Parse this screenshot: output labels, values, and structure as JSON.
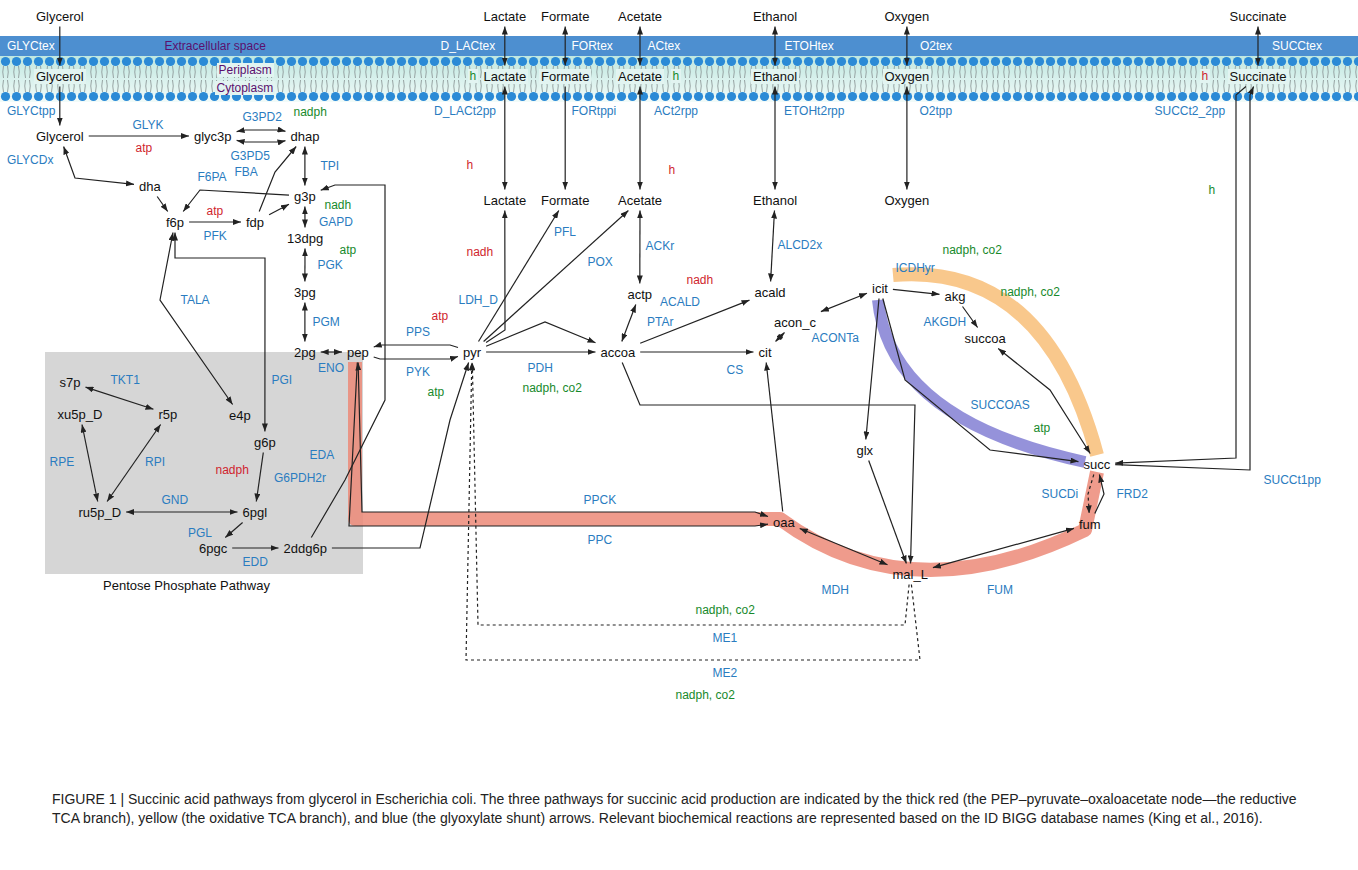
{
  "diagram": {
    "caption": "FIGURE 1 | Succinic acid pathways from glycerol in Escherichia coli. The three pathways for succinic acid production are indicated by the thick red (the PEP–pyruvate–oxaloacetate node—the reductive TCA branch), yellow (the oxidative TCA branch), and blue (the glyoxylate shunt) arrows. Relevant biochemical reactions are represented based on the ID BIGG database names (King et al., 2016).",
    "nodes": [
      {
        "text": [
          "Glycerol"
        ]
      },
      {
        "text": [
          "Lactate"
        ]
      },
      {
        "text": [
          "Formate"
        ]
      },
      {
        "text": [
          "Acetate"
        ]
      },
      {
        "text": [
          "Ethanol"
        ]
      },
      {
        "text": [
          "Oxygen"
        ]
      },
      {
        "text": [
          "Succinate"
        ]
      },
      {
        "text": [
          "Glycerol"
        ]
      },
      {
        "text": [
          "Lactate"
        ]
      },
      {
        "text": [
          "Formate"
        ]
      },
      {
        "text": [
          "Acetate"
        ]
      },
      {
        "text": [
          "Ethanol"
        ]
      },
      {
        "text": [
          "Oxygen"
        ]
      },
      {
        "text": [
          "Succinate"
        ]
      },
      {
        "text": [
          "Glycerol"
        ]
      },
      {
        "text": [
          "glyc3p"
        ]
      },
      {
        "text": [
          "dhap"
        ]
      },
      {
        "text": [
          "Lactate"
        ]
      },
      {
        "text": [
          "Formate"
        ]
      },
      {
        "text": [
          "Acetate"
        ]
      },
      {
        "text": [
          "Ethanol"
        ]
      },
      {
        "text": [
          "Oxygen"
        ]
      },
      {
        "text": [
          "dha"
        ]
      },
      {
        "text": [
          "g3p"
        ]
      },
      {
        "text": [
          "f6p"
        ]
      },
      {
        "text": [
          "fdp"
        ]
      },
      {
        "text": [
          "13dpg"
        ]
      },
      {
        "text": [
          "3pg"
        ]
      },
      {
        "text": [
          "actp"
        ]
      },
      {
        "text": [
          "acald"
        ]
      },
      {
        "text": [
          "icit"
        ]
      },
      {
        "text": [
          "akg"
        ]
      },
      {
        "text": [
          "acon_c"
        ]
      },
      {
        "text": [
          "succoa"
        ]
      },
      {
        "text": [
          "2pg"
        ]
      },
      {
        "text": [
          "pep"
        ]
      },
      {
        "text": [
          "pyr"
        ]
      },
      {
        "text": [
          "accoa"
        ]
      },
      {
        "text": [
          "cit"
        ]
      },
      {
        "text": [
          "glx"
        ]
      },
      {
        "text": [
          "succ"
        ]
      },
      {
        "text": [
          "oaa"
        ]
      },
      {
        "text": [
          "fum"
        ]
      },
      {
        "text": [
          "mal_L"
        ]
      },
      {
        "text": [
          "Pentose Phosphate Pathway"
        ]
      },
      {
        "text": [
          "s7p"
        ],
        "in": 44
      },
      {
        "text": [
          "e4p"
        ],
        "in": 44
      },
      {
        "text": [
          "xu5p_D"
        ],
        "in": 44
      },
      {
        "text": [
          "r5p"
        ],
        "in": 44
      },
      {
        "text": [
          "g6p"
        ],
        "in": 44
      },
      {
        "text": [
          "ru5p_D"
        ],
        "in": 44
      },
      {
        "text": [
          "6pgl"
        ],
        "in": 44
      },
      {
        "text": [
          "6pgc"
        ],
        "in": 44
      },
      {
        "text": [
          "2ddg6p"
        ],
        "in": 44
      }
    ],
    "edges": [
      {
        "from": 0,
        "to": 7,
        "arrow": "to",
        "label": "GLYCtex"
      },
      {
        "from": 7,
        "to": 14,
        "arrow": "to",
        "label": "GLYCtpp"
      },
      {
        "from": 14,
        "to": 15,
        "arrow": "to",
        "label": "GLYK"
      },
      {
        "from": 15,
        "to": 16,
        "arrow": "both",
        "label": "G3PD2"
      },
      {
        "from": 15,
        "to": 16,
        "arrow": "both",
        "label": "G3PD5"
      },
      {
        "from": 14,
        "to": 22,
        "arrow": "both",
        "label": "GLYCDx"
      },
      {
        "from": 22,
        "to": 24,
        "arrow": "to",
        "label": "F6PA"
      },
      {
        "from": 23,
        "to": 24,
        "arrow": "to"
      },
      {
        "from": 16,
        "to": 23,
        "arrow": "both",
        "label": "TPI"
      },
      {
        "from": 25,
        "to": 16,
        "arrow": "to",
        "label": "FBA"
      },
      {
        "from": 25,
        "to": 23,
        "arrow": "to"
      },
      {
        "from": 24,
        "to": 25,
        "arrow": "to",
        "label": "PFK"
      },
      {
        "from": 49,
        "to": 24,
        "arrow": "both",
        "label": "PGI"
      },
      {
        "from": 46,
        "to": 24,
        "arrow": "both",
        "label": "TALA"
      },
      {
        "from": 23,
        "to": 26,
        "arrow": "both",
        "label": "GAPD"
      },
      {
        "from": 26,
        "to": 27,
        "arrow": "both",
        "label": "PGK"
      },
      {
        "from": 27,
        "to": 34,
        "arrow": "both",
        "label": "PGM"
      },
      {
        "from": 34,
        "to": 35,
        "arrow": "both",
        "label": "ENO"
      },
      {
        "from": 36,
        "to": 35,
        "arrow": "to",
        "label": "PPS"
      },
      {
        "from": 35,
        "to": 36,
        "arrow": "to",
        "label": "PYK"
      },
      {
        "from": 1,
        "to": 8,
        "arrow": "both",
        "label": "D_LACtex"
      },
      {
        "from": 8,
        "to": 17,
        "arrow": "both",
        "label": "D_LACt2pp"
      },
      {
        "from": 2,
        "to": 9,
        "arrow": "both",
        "label": "FORtex"
      },
      {
        "from": 9,
        "to": 18,
        "arrow": "to",
        "label": "FORtppi"
      },
      {
        "from": 3,
        "to": 10,
        "arrow": "both",
        "label": "ACtex"
      },
      {
        "from": 10,
        "to": 19,
        "arrow": "both",
        "label": "ACt2rpp"
      },
      {
        "from": 4,
        "to": 11,
        "arrow": "both",
        "label": "ETOHtex"
      },
      {
        "from": 11,
        "to": 20,
        "arrow": "both",
        "label": "ETOHt2rpp"
      },
      {
        "from": 5,
        "to": 12,
        "arrow": "both",
        "label": "O2tex"
      },
      {
        "from": 12,
        "to": 21,
        "arrow": "both",
        "label": "O2tpp"
      },
      {
        "from": 6,
        "to": 13,
        "arrow": "both",
        "label": "SUCCtex"
      },
      {
        "from": 36,
        "to": 17,
        "arrow": "to",
        "label": "LDH_D"
      },
      {
        "from": 36,
        "to": 18,
        "arrow": "to",
        "label": "PFL"
      },
      {
        "from": 36,
        "to": 19,
        "arrow": "to",
        "label": "POX"
      },
      {
        "from": 36,
        "to": 37,
        "arrow": "to",
        "label": "PDH"
      },
      {
        "from": 36,
        "to": 37,
        "arrow": "to"
      },
      {
        "from": 19,
        "to": 28,
        "arrow": "both",
        "label": "ACKr"
      },
      {
        "from": 28,
        "to": 37,
        "arrow": "both",
        "label": "PTAr"
      },
      {
        "from": 37,
        "to": 29,
        "arrow": "to",
        "label": "ACALD"
      },
      {
        "from": 29,
        "to": 20,
        "arrow": "both",
        "label": "ALCD2x"
      },
      {
        "from": 37,
        "to": 38,
        "arrow": "to",
        "label": "CS"
      },
      {
        "from": 41,
        "to": 38,
        "arrow": "to"
      },
      {
        "from": 38,
        "to": 32,
        "arrow": "both"
      },
      {
        "from": 32,
        "to": 30,
        "arrow": "both",
        "label": "ACONTa"
      },
      {
        "from": 30,
        "to": 31,
        "arrow": "to",
        "label": "ICDHyr"
      },
      {
        "from": 31,
        "to": 33,
        "arrow": "to",
        "label": "AKGDH"
      },
      {
        "from": 33,
        "to": 40,
        "arrow": "both",
        "label": "SUCCOAS"
      },
      {
        "from": 30,
        "to": 40,
        "arrow": "to"
      },
      {
        "from": 30,
        "to": 39,
        "arrow": "to"
      },
      {
        "from": 39,
        "to": 43,
        "arrow": "to"
      },
      {
        "from": 37,
        "to": 43,
        "arrow": "to"
      },
      {
        "from": 41,
        "to": 43,
        "arrow": "both",
        "label": "MDH"
      },
      {
        "from": 43,
        "to": 42,
        "arrow": "both",
        "label": "FUM"
      },
      {
        "from": 42,
        "to": 40,
        "arrow": "to",
        "label": "FRD2"
      },
      {
        "from": 40,
        "to": 42,
        "arrow": "to",
        "label": "SUCDi"
      },
      {
        "from": 35,
        "to": 41,
        "arrow": "both",
        "label": "PPCK"
      },
      {
        "from": 35,
        "to": 41,
        "arrow": "to",
        "label": "PPC"
      },
      {
        "from": 43,
        "to": 36,
        "arrow": "to",
        "label": "ME1"
      },
      {
        "from": 43,
        "to": 36,
        "arrow": "to",
        "label": "ME2"
      },
      {
        "from": 40,
        "to": 13,
        "arrow": "to",
        "label": "SUCCt1pp"
      },
      {
        "from": 13,
        "to": 40,
        "arrow": "to",
        "label": "SUCCt2_2pp"
      },
      {
        "from": 53,
        "to": 23,
        "arrow": "to",
        "label": "EDA"
      },
      {
        "from": 53,
        "to": 36,
        "arrow": "to"
      },
      {
        "from": 49,
        "to": 51,
        "arrow": "to",
        "label": "G6PDH2r"
      },
      {
        "from": 51,
        "to": 52,
        "arrow": "to",
        "label": "PGL"
      },
      {
        "from": 52,
        "to": 53,
        "arrow": "to",
        "label": "EDD"
      },
      {
        "from": 50,
        "to": 51,
        "arrow": "both",
        "label": "GND"
      },
      {
        "from": 47,
        "to": 50,
        "arrow": "both",
        "label": "RPE"
      },
      {
        "from": 48,
        "to": 50,
        "arrow": "both",
        "label": "RPI"
      },
      {
        "from": 45,
        "to": 48,
        "arrow": "both",
        "label": "TKT1"
      }
    ],
    "labels": [
      "Extracellular space",
      "Periplasm",
      "Cytoplasm",
      "atp",
      "nadph",
      "atp",
      "nadh",
      "atp",
      "atp",
      "atp",
      "nadph, co2",
      "h",
      "h",
      "nadh",
      "h",
      "h",
      "nadh",
      "nadph, co2",
      "nadph, co2",
      "atp",
      "h",
      "h",
      "nadph, co2",
      "nadph, co2",
      "nadph"
    ]
  }
}
